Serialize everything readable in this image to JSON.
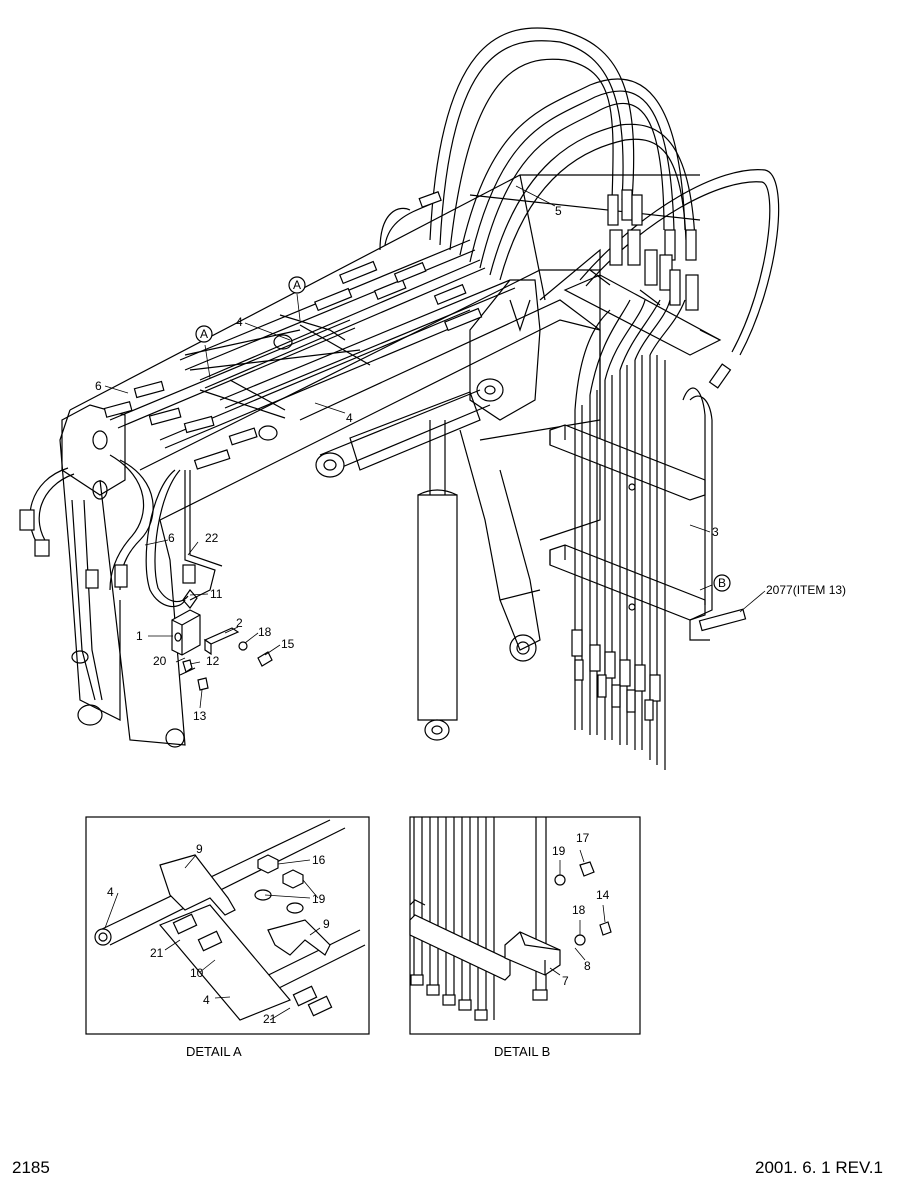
{
  "document": {
    "page_number": "2185",
    "revision": "2001. 6. 1 REV.1"
  },
  "callouts": {
    "c1": "1",
    "c2": "2",
    "c3": "3",
    "c4a": "4",
    "c4b": "4",
    "c5": "5",
    "c6a": "6",
    "c6b": "6",
    "c11": "11",
    "c12": "12",
    "c13": "13",
    "c15": "15",
    "c18": "18",
    "c20": "20",
    "c22": "22",
    "item13": "2077(ITEM 13)",
    "markA1": "A",
    "markA2": "A",
    "markB": "B"
  },
  "detail_a": {
    "caption": "DETAIL A",
    "labels": {
      "l9a": "9",
      "l4a": "4",
      "l16": "16",
      "l19": "19",
      "l9b": "9",
      "l21a": "21",
      "l10": "10",
      "l4b": "4",
      "l21b": "21"
    }
  },
  "detail_b": {
    "caption": "DETAIL B",
    "labels": {
      "l17": "17",
      "l19": "19",
      "l14": "14",
      "l18": "18",
      "l8": "8",
      "l7": "7"
    }
  }
}
